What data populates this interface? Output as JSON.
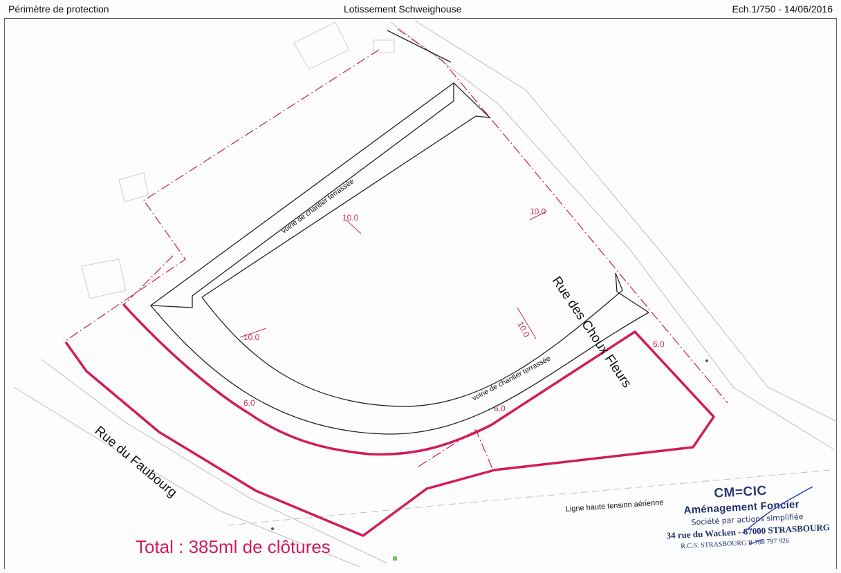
{
  "header": {
    "left": "Périmètre de protection",
    "center": "Lotissement Schweighouse",
    "right": "Ech.1/750 - 14/06/2016"
  },
  "streets": {
    "east": "Rue des Choux Fleurs",
    "southwest": "Rue du Faubourg"
  },
  "roads": {
    "upper": "voirie de chantier terrassée",
    "lower": "voirie de chantier terrassée"
  },
  "dimensions": {
    "d1": "10.0",
    "d2": "10.0",
    "d3": "10.0",
    "d4": "10.0",
    "d5": "6.0",
    "d6": "6.0",
    "d7": "6.0"
  },
  "power_line": "Ligne haute tension aérienne",
  "total": "Total : 385ml de clôtures",
  "stamp": {
    "company": "CM=CIC",
    "division": "Aménagement Foncier",
    "legal_form": "Société par actions simplifiée",
    "address": "34 rue du Wacken - 67000 STRASBOURG",
    "rcs": "R.C.S. STRASBOURG B 788 797 926"
  },
  "colors": {
    "fence": "#d21b5c",
    "perimeter": "#c8304f",
    "road": "#222222",
    "stamp": "#1f2f6a"
  }
}
